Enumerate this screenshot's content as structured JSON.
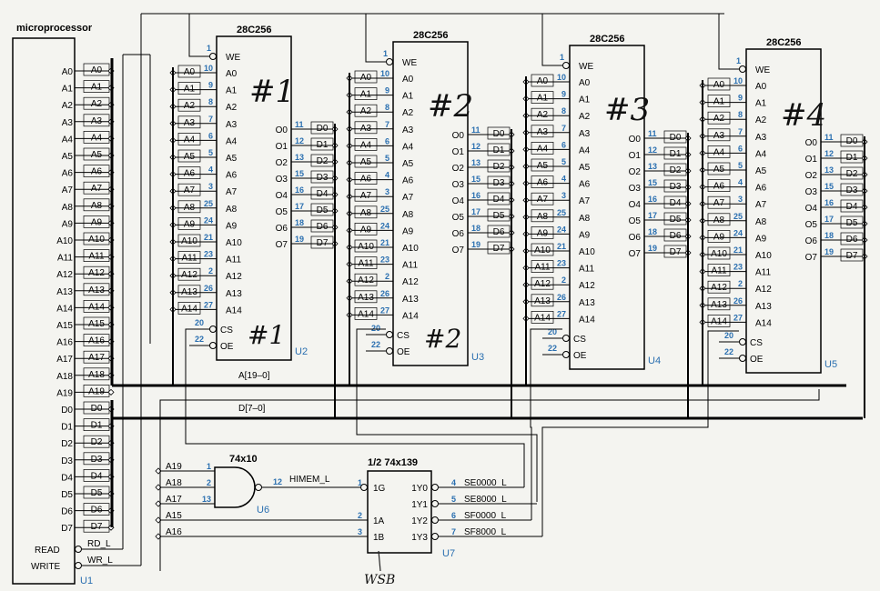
{
  "cpu": {
    "title": "microprocessor",
    "ref": "U1",
    "addr_pins": [
      "A0",
      "A1",
      "A2",
      "A3",
      "A4",
      "A5",
      "A6",
      "A7",
      "A8",
      "A9",
      "A10",
      "A11",
      "A12",
      "A13",
      "A14",
      "A15",
      "A16",
      "A17",
      "A18",
      "A19"
    ],
    "data_pins": [
      "D0",
      "D1",
      "D2",
      "D3",
      "D4",
      "D5",
      "D6",
      "D7"
    ],
    "read_label": "READ",
    "write_label": "WRITE"
  },
  "addr_wire_labels": [
    "A0",
    "A1",
    "A2",
    "A3",
    "A4",
    "A5",
    "A6",
    "A7",
    "A8",
    "A9",
    "A10",
    "A11",
    "A12",
    "A13",
    "A14",
    "A15",
    "A16",
    "A17",
    "A18",
    "A19"
  ],
  "data_wire_labels": [
    "D0",
    "D1",
    "D2",
    "D3",
    "D4",
    "D5",
    "D6",
    "D7"
  ],
  "rd_label": "RD_L",
  "wr_label": "WR_L",
  "bus_addr_label": "A[19–0]",
  "bus_data_label": "D[7–0]",
  "mem_chip": {
    "part": "28C256",
    "addr_pin_nums": [
      "10",
      "9",
      "8",
      "7",
      "6",
      "5",
      "4",
      "3",
      "25",
      "24",
      "21",
      "23",
      "2",
      "26",
      "27"
    ],
    "data_pin_nums": [
      "11",
      "12",
      "13",
      "15",
      "16",
      "17",
      "18",
      "19"
    ],
    "we_pin": "1",
    "cs_pin": "20",
    "oe_pin": "22",
    "out_pins": [
      "O0",
      "O1",
      "O2",
      "O3",
      "O4",
      "O5",
      "O6",
      "O7"
    ],
    "we_label": "WE",
    "cs_label": "CS",
    "oe_label": "OE"
  },
  "mem_refs": [
    "U2",
    "U3",
    "U4",
    "U5"
  ],
  "handwritten": {
    "chip_numbers": [
      "#1",
      "#2",
      "#3",
      "#4"
    ],
    "cs_notes": [
      "#1",
      "#2"
    ],
    "bottom_note": "WSB"
  },
  "nand": {
    "part": "74x10",
    "ref": "U6",
    "inputs": [
      "A19",
      "A18",
      "A17"
    ],
    "input_pins": [
      "1",
      "2",
      "13"
    ],
    "output_pin": "12",
    "output_label": "HIMEM_L"
  },
  "decoder": {
    "part": "1/2 74x139",
    "ref": "U7",
    "inputs": [
      "1G",
      "1A",
      "1B"
    ],
    "input_pins": [
      "1",
      "2",
      "3"
    ],
    "a_inputs": [
      "A15",
      "A16"
    ],
    "outputs": [
      "1Y0",
      "1Y1",
      "1Y2",
      "1Y3"
    ],
    "output_pins": [
      "4",
      "5",
      "6",
      "7"
    ],
    "output_labels": [
      "SE0000_L",
      "SE8000_L",
      "SF0000_L",
      "SF8000_L"
    ]
  }
}
